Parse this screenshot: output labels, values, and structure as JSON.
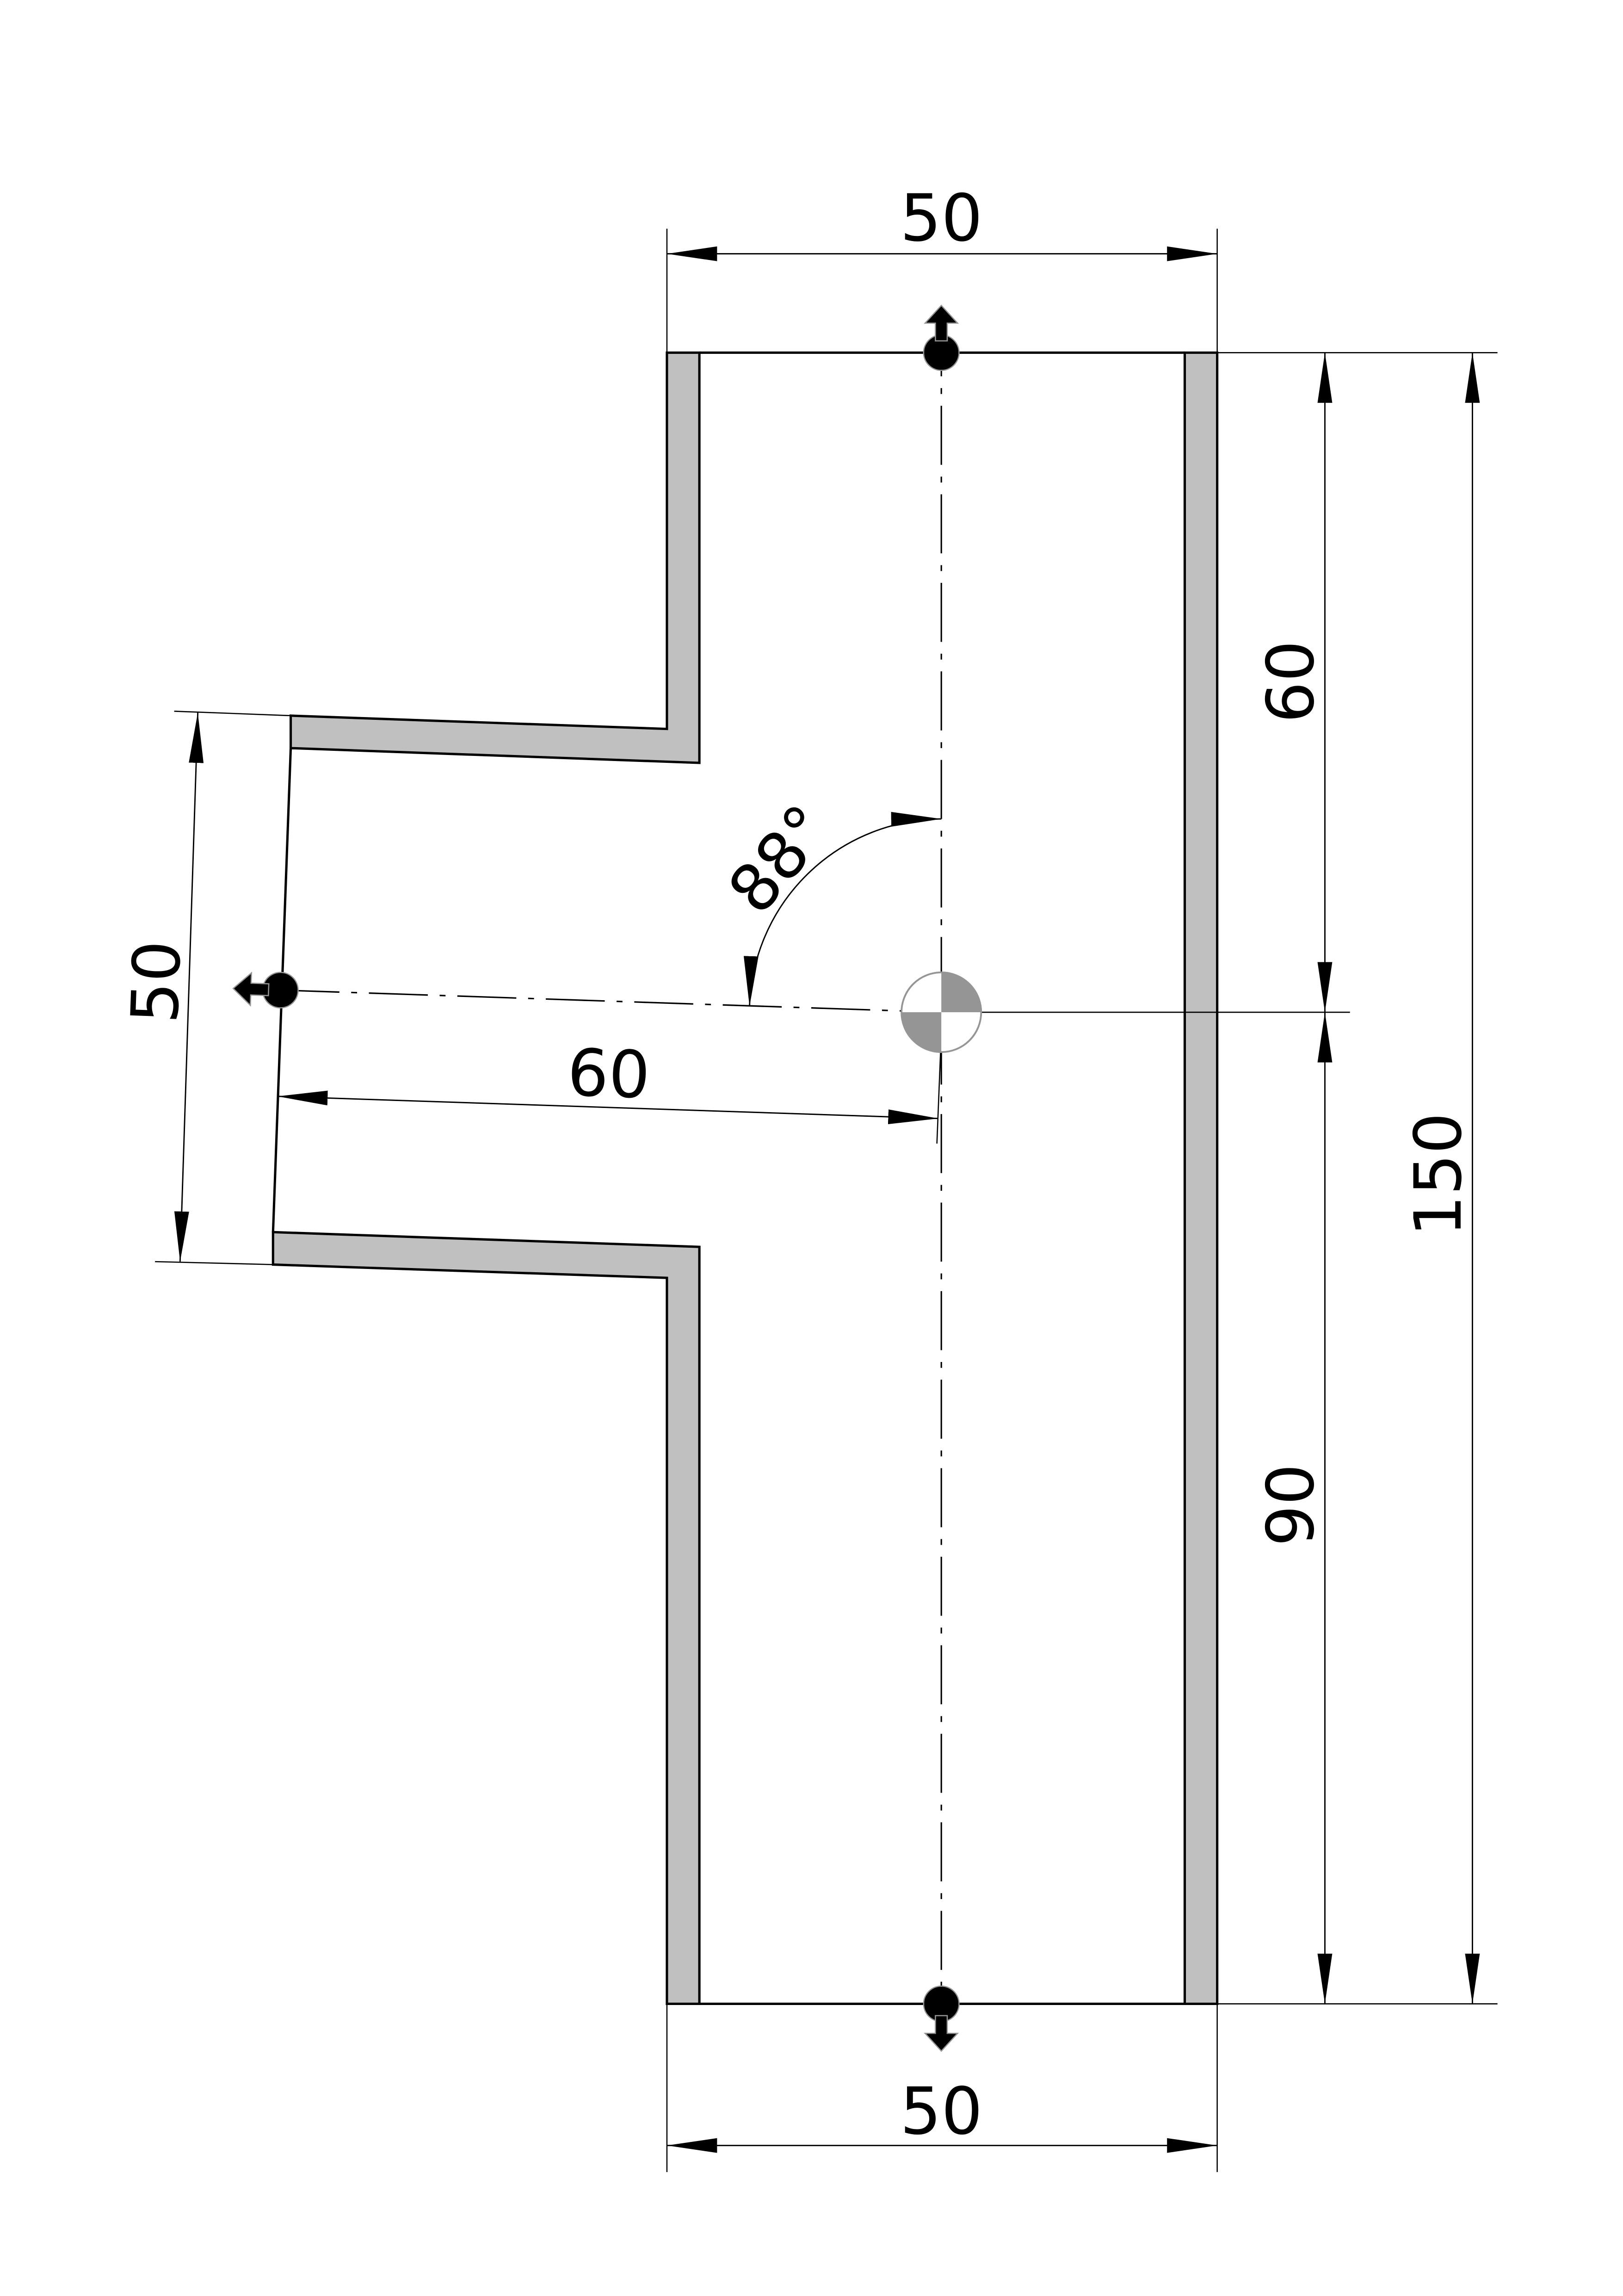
{
  "colors": {
    "wall_fill": "#c0c0c0",
    "line": "#000000",
    "marker_fill": "#959595"
  },
  "dimensions": {
    "top_width": "50",
    "bottom_width": "50",
    "branch_width": "50",
    "branch_length": "60",
    "upper_height": "60",
    "lower_height": "90",
    "total_height": "150",
    "branch_angle": "88°"
  },
  "ports": [
    "top-port",
    "bottom-port",
    "branch-port"
  ]
}
